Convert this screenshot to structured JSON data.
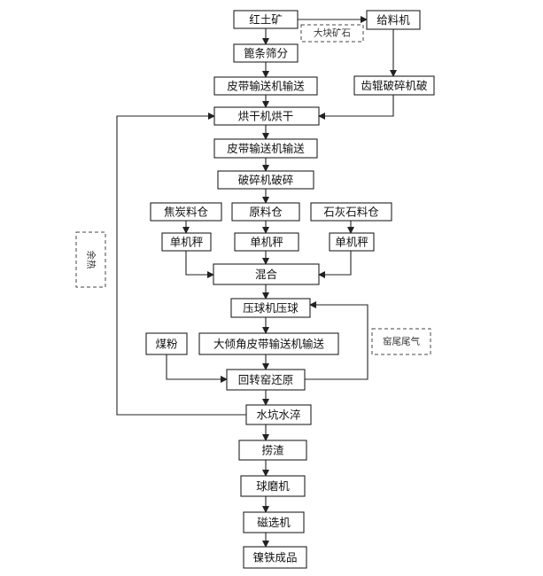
{
  "nodes": {
    "laterite": "红土矿",
    "grate_screen": "篦条筛分",
    "belt_conveyor_1": "皮带输送机输送",
    "feeder": "给料机",
    "roller_crusher": "齿辊破碎机破",
    "dryer": "烘干机烘干",
    "belt_conveyor_2": "皮带输送机输送",
    "crusher": "破碎机破碎",
    "coke_bin": "焦炭料仓",
    "raw_bin": "原料仓",
    "lime_bin": "石灰石料仓",
    "scale_1": "单机秤",
    "scale_2": "单机秤",
    "scale_3": "单机秤",
    "mixing": "混合",
    "briquetting": "压球机压球",
    "coal_powder": "煤粉",
    "incline_belt": "大倾角皮带输送机输送",
    "rotary_kiln": "回转窑还原",
    "water_quench": "水坑水淬",
    "slag_fishing": "捞渣",
    "ball_mill": "球磨机",
    "magnetic_sep": "磁选机",
    "product": "镍铁成品"
  },
  "annotations": {
    "large_ore": "大块矿石",
    "waste_heat": "余热",
    "kiln_exhaust": "窑尾尾气"
  }
}
